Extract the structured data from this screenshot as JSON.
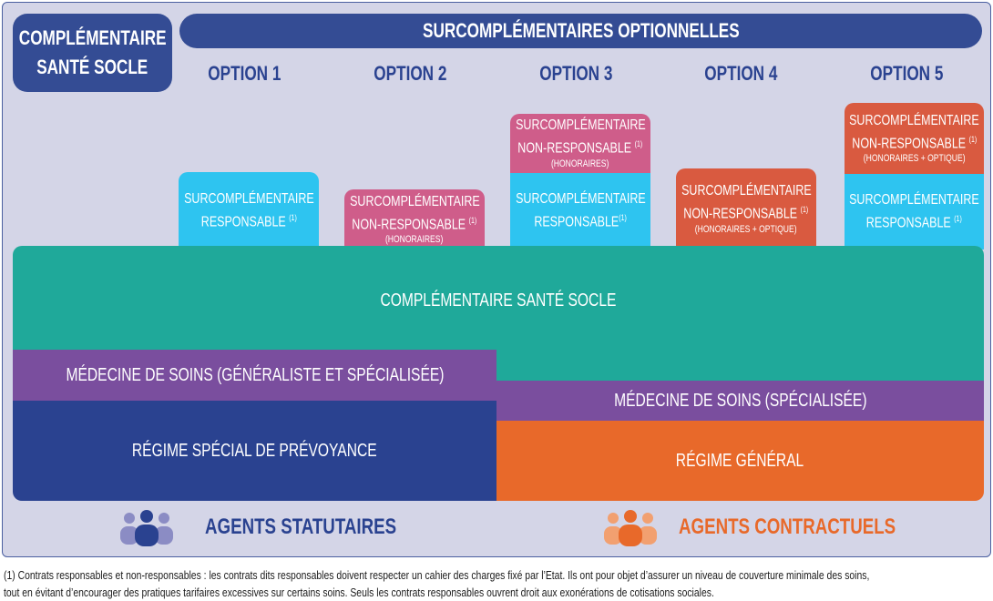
{
  "header": {
    "socle": [
      "COMPLÉMENTAIRE",
      "SANTÉ SOCLE"
    ],
    "banner": "SURCOMPLÉMENTAIRES OPTIONNELLES"
  },
  "options": [
    "OPTION 1",
    "OPTION 2",
    "OPTION 3",
    "OPTION 4",
    "OPTION 5"
  ],
  "boxes": {
    "resp_l1": "SURCOMPLÉMENTAIRE",
    "resp_l2": "RESPONSABLE",
    "note": "(1)",
    "nonresp_l2": "NON-RESPONSABLE",
    "hon": "(HONORAIRES)",
    "hon_opt": "(HONORAIRES + OPTIQUE)"
  },
  "layers": {
    "socle": "COMPLÉMENTAIRE SANTÉ SOCLE",
    "med_left": "MÉDECINE DE SOINS (GÉNÉRALISTE ET SPÉCIALISÉE)",
    "med_right": "MÉDECINE DE SOINS (SPÉCIALISÉE)",
    "regime_left": "RÉGIME SPÉCIAL DE PRÉVOYANCE",
    "regime_right": "RÉGIME GÉNÉRAL"
  },
  "agents": {
    "left": "AGENTS STATUTAIRES",
    "right": "AGENTS CONTRACTUELS"
  },
  "footnote": [
    "(1) Contrats responsables et non-responsables : les contrats dits responsables doivent respecter un cahier des charges fixé par l’Etat. Ils ont pour objet d’assurer un niveau de couverture minimale des soins,",
    "tout en évitant d’encourager des pratiques tarifaires excessives sur certains soins. Seuls les contrats responsables ouvrent droit aux exonérations de cotisations sociales."
  ],
  "colors": {
    "navy": "#344c94",
    "teal": "#1fa99a",
    "purple": "#7a4e9e",
    "blue": "#2a4290",
    "orange": "#e8692a",
    "cyan": "#2ec4f0",
    "pink": "#cf5d8a",
    "red": "#d95a40"
  }
}
